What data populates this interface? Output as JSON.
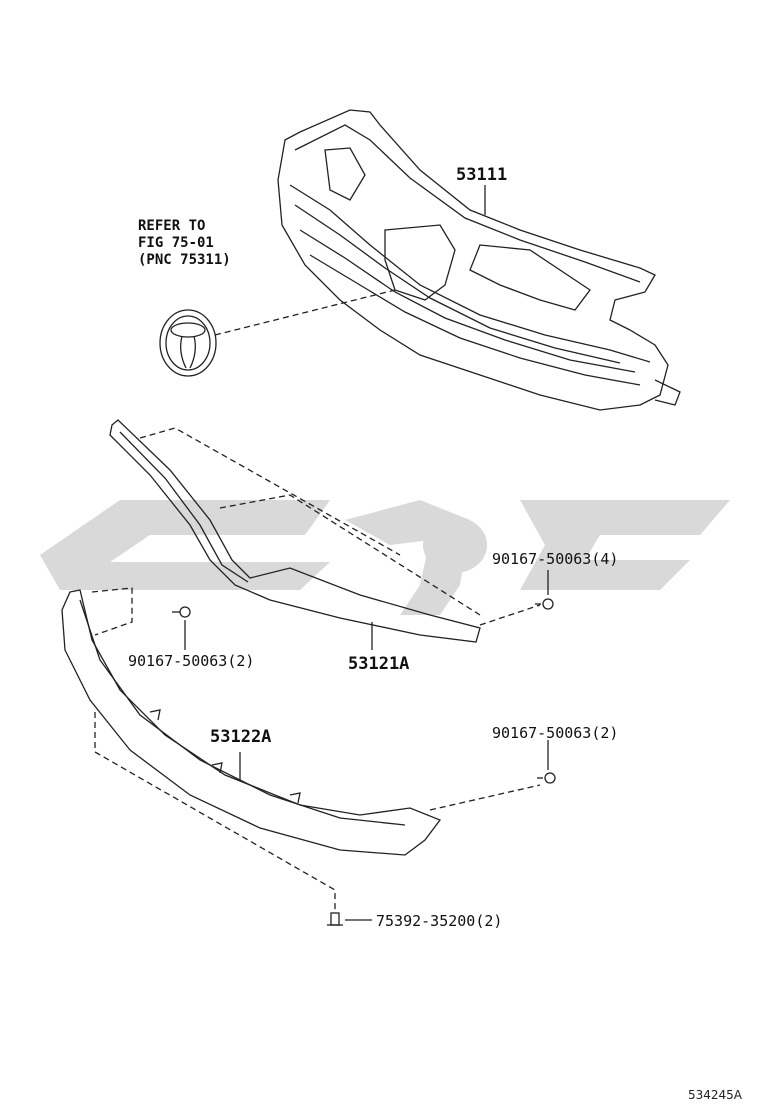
{
  "refer": {
    "line1": "REFER TO",
    "line2": "FIG 75-01",
    "line3": "(PNC 75311)"
  },
  "parts": {
    "grille": "53111",
    "upper_molding": "53121A",
    "lower_molding": "53122A",
    "screw_upper": "90167-50063(4)",
    "screw_left": "90167-50063(2)",
    "screw_right": "90167-50063(2)",
    "clip": "75392-35200(2)"
  },
  "figure_id": "534245A",
  "colors": {
    "line": "#222222",
    "watermark": "#d9d9d9"
  },
  "watermark_icon": "arabic-logo-watermark"
}
